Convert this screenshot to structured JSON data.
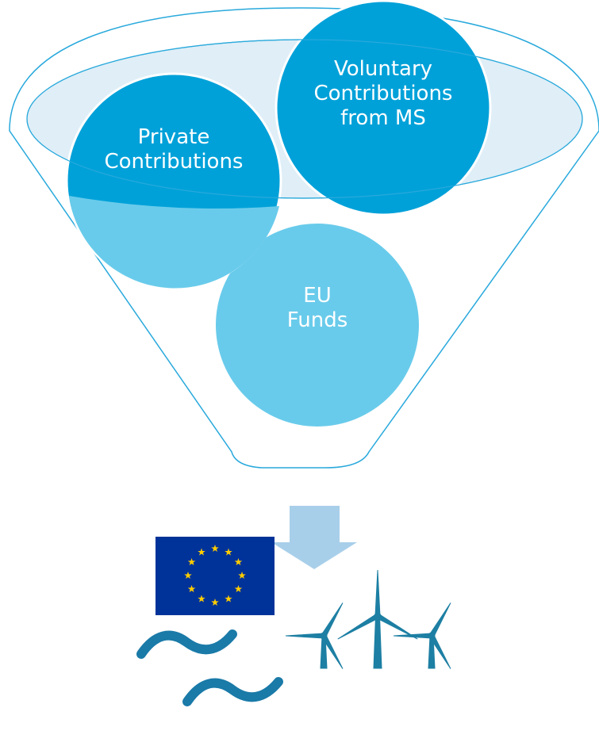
{
  "funnel": {
    "circles": [
      {
        "id": "private",
        "lines": [
          "Private",
          "Contributions"
        ]
      },
      {
        "id": "voluntary",
        "lines": [
          "Voluntary",
          "Contributions",
          "from MS"
        ]
      },
      {
        "id": "eu",
        "lines": [
          "EU",
          "Funds"
        ]
      }
    ]
  },
  "icons": [
    "down-arrow-icon",
    "eu-flag-icon",
    "wind-turbine-icon",
    "wave-icon"
  ],
  "colors": {
    "outline": "#29a9dc",
    "circle_dark": "#00a1d9",
    "circle_light": "#69cbeb",
    "rim_fill": "#cfe8f4",
    "arrow": "#a8cfea",
    "flag_blue": "#003399",
    "flag_star": "#ffcc00",
    "turbine": "#1d7fa3",
    "wave": "#1a7aa8"
  }
}
